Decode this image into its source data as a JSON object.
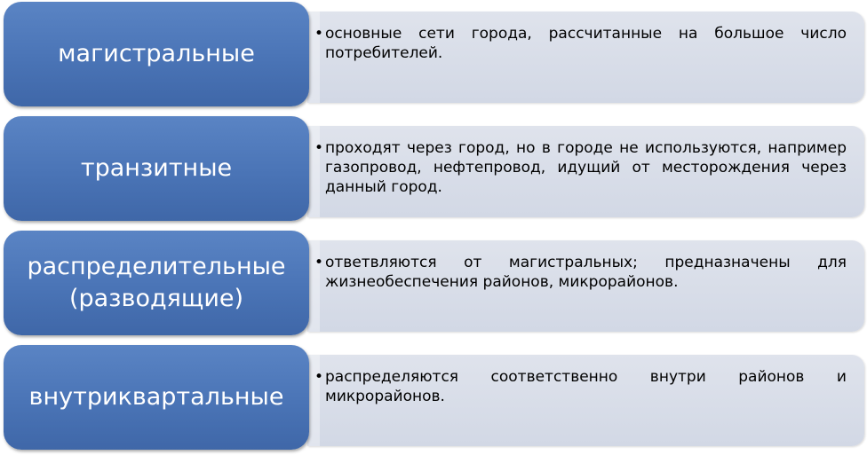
{
  "rows": [
    {
      "label": "магистральные",
      "bullet": "•",
      "text": "основные сети города, рассчитанные на большое число потребителей."
    },
    {
      "label": "транзитные",
      "bullet": "•",
      "text": "проходят через город, но в городе не используются, например газопровод, нефтепровод, идущий от месторождения через данный город."
    },
    {
      "label": "распределительные (разводящие)",
      "bullet": "•",
      "text": "ответвляются от магистральных; предназначены для жизнеобеспечения районов, микрорайонов."
    },
    {
      "label": "внутриквартальные",
      "bullet": "•",
      "text": "распределяются соответственно внутри районов и микрорайонов."
    }
  ],
  "colors": {
    "label_fill": "#4a74b6",
    "desc_fill": "#d8dde8",
    "label_text": "#ffffff",
    "desc_text": "#000000"
  }
}
